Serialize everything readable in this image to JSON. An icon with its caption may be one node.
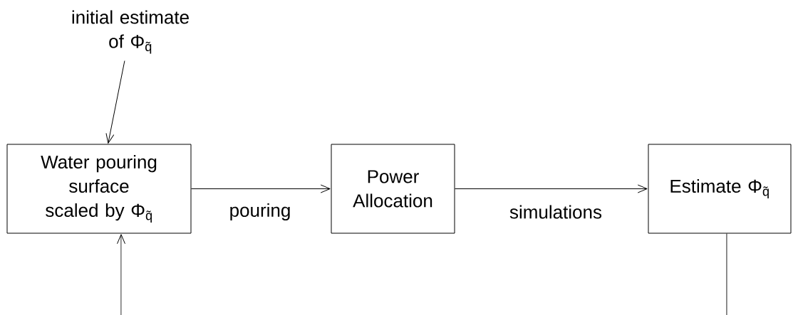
{
  "diagram": {
    "nodes": [
      {
        "text": [
          "initial estimate of Φ$_{q̃}$"
        ]
      },
      {
        "text": [
          "Water pouring surface scaled by Φ$_{q̃}$"
        ]
      },
      {
        "text": [
          "Power Allocation"
        ]
      },
      {
        "text": [
          "Estimate Φ$_{q̃}$"
        ]
      }
    ],
    "edges": [
      {
        "from": 0,
        "to": 1,
        "arrow": "to"
      },
      {
        "from": 1,
        "to": 2,
        "arrow": "to",
        "label": "pouring"
      },
      {
        "from": 2,
        "to": 3,
        "arrow": "to",
        "label": "simulations"
      },
      {
        "from": null,
        "to": 1,
        "arrow": "to"
      },
      {
        "from": 3,
        "to": null,
        "arrow": "none"
      }
    ]
  }
}
